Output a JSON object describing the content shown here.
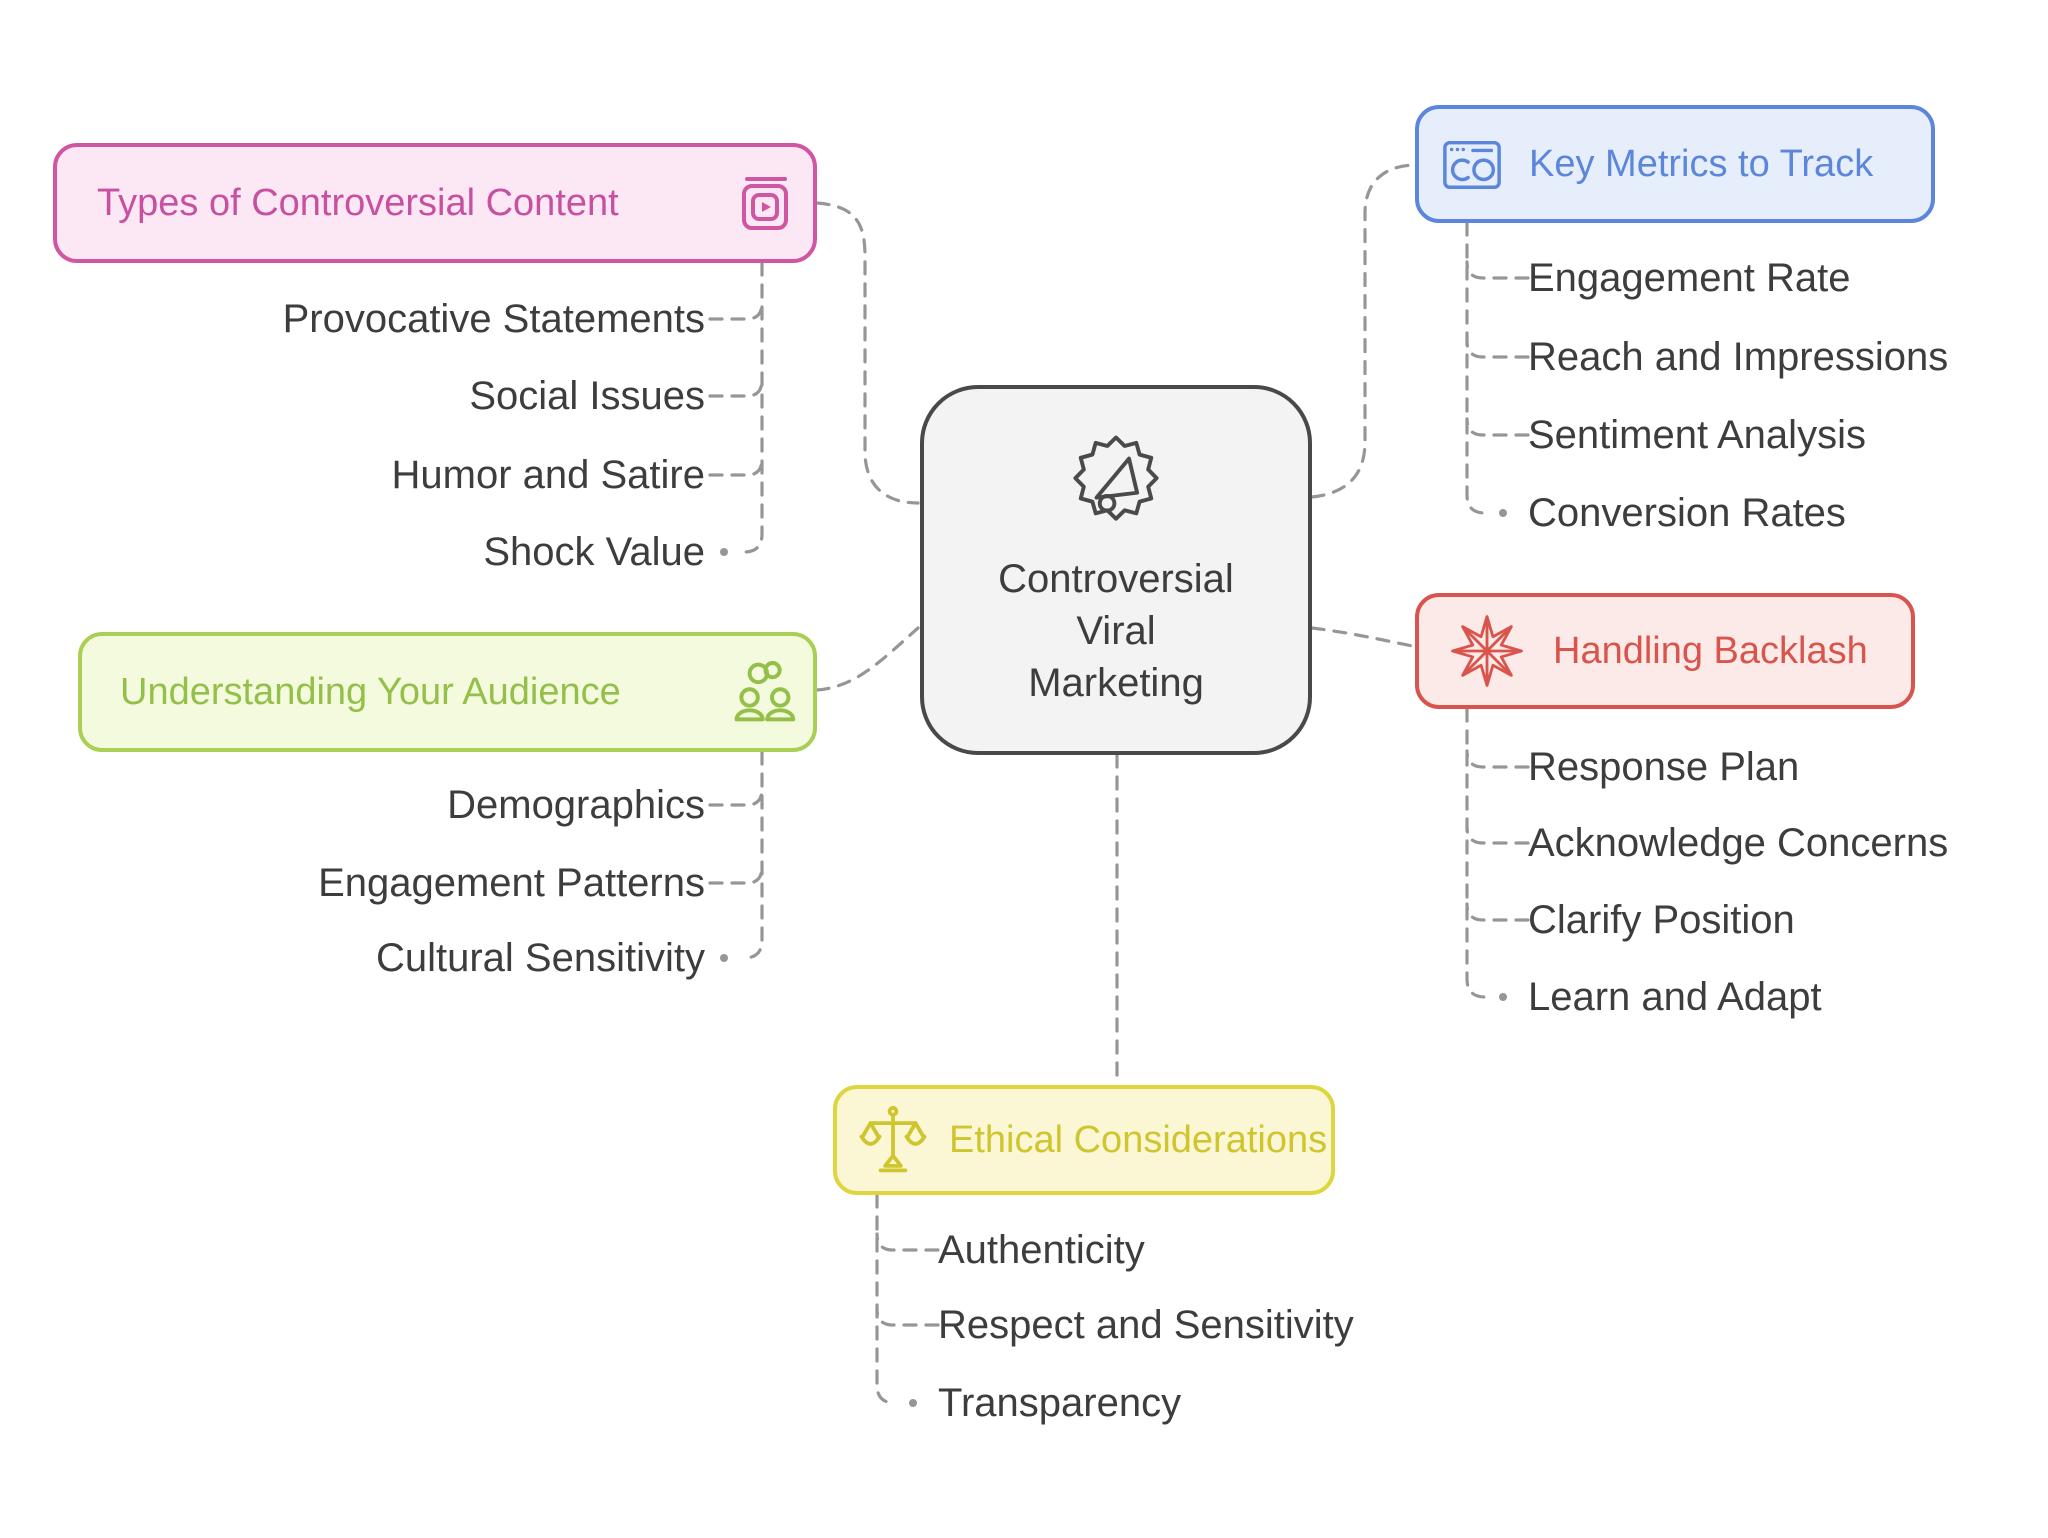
{
  "diagram_title": "Controversial Viral Marketing",
  "center": {
    "label_lines": {
      "l1": "Controversial",
      "l2": "Viral",
      "l3": "Marketing"
    },
    "icon": "megaphone-burst-icon"
  },
  "branches": [
    {
      "label": "Types of Controversial Content",
      "icon": "video-content-icon",
      "accent": "#d056a2",
      "background": "#fce8f4",
      "items": [
        "Provocative Statements",
        "Social Issues",
        "Humor and Satire",
        "Shock Value"
      ]
    },
    {
      "label": "Understanding Your Audience",
      "icon": "audience-group-icon",
      "accent": "#a9cf54",
      "background": "#f4fade",
      "items": [
        "Demographics",
        "Engagement Patterns",
        "Cultural Sensitivity"
      ]
    },
    {
      "label": "Key Metrics to Track",
      "icon": "analytics-window-icon",
      "accent": "#5b86db",
      "background": "#e7eefb",
      "items": [
        "Engagement Rate",
        "Reach and Impressions",
        "Sentiment Analysis",
        "Conversion Rates"
      ]
    },
    {
      "label": "Handling Backlash",
      "icon": "ornament-star-icon",
      "accent": "#d8544c",
      "background": "#fceae8",
      "items": [
        "Response Plan",
        "Acknowledge Concerns",
        "Clarify Position",
        "Learn and Adapt"
      ]
    },
    {
      "label": "Ethical Considerations",
      "icon": "balance-scale-icon",
      "accent": "#ded63e",
      "background": "#fbf7d4",
      "items": [
        "Authenticity",
        "Respect and Sensitivity",
        "Transparency"
      ]
    }
  ],
  "colors": {
    "connector": "#969696",
    "item_text": "#3d3d3d",
    "center_border": "#494949",
    "center_background": "#f3f3f3"
  }
}
